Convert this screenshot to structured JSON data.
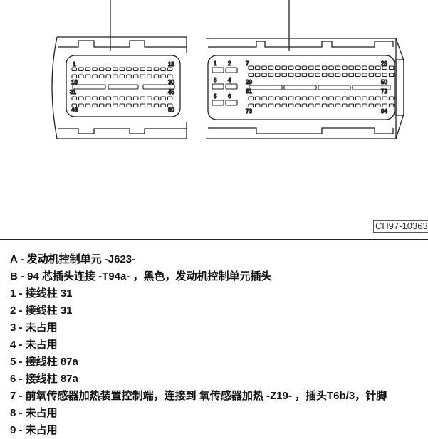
{
  "figure": {
    "code": "CH97-10363",
    "connector_a": {
      "pin_labels": [
        "1",
        "15",
        "16",
        "30",
        "31",
        "45",
        "46",
        "60"
      ]
    },
    "connector_b": {
      "pin_labels": [
        "1",
        "2",
        "3",
        "4",
        "5",
        "6",
        "7",
        "28",
        "29",
        "50",
        "51",
        "72",
        "73",
        "94"
      ]
    }
  },
  "legend": [
    "A - 发动机控制单元 -J623-",
    "B - 94 芯插头连接 -T94a- ，黑色，发动机控制单元插头",
    "1 - 接线柱 31",
    "2 - 接线柱 31",
    "3 - 未占用",
    "4 - 未占用",
    "5 - 接线柱 87a",
    "6 - 接线柱 87a",
    "7 - 前氧传感器加热装置控制端，连接到 氧传感器加热 -Z19- ，插头T6b/3，针脚",
    "8 - 未占用",
    "9 - 未占用"
  ]
}
